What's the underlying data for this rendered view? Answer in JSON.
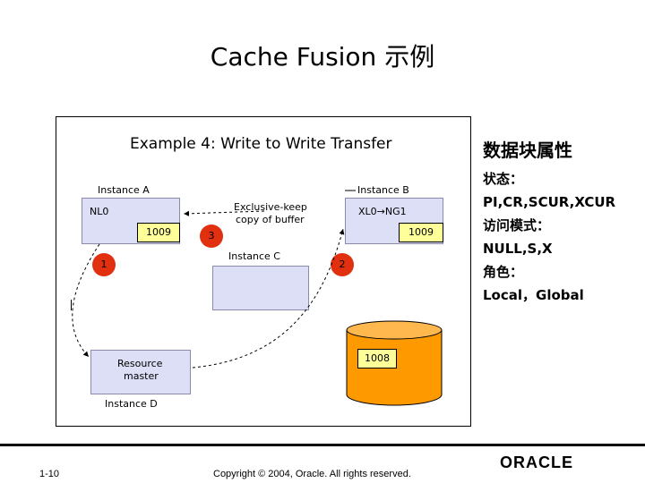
{
  "title": "Cache Fusion 示例",
  "figure": {
    "title": "Example 4: Write to Write Transfer",
    "instance_a": {
      "label": "Instance A",
      "mode": "NL0",
      "block": "1009"
    },
    "instance_b": {
      "label": "Instance B",
      "mode": "XL0→NG1",
      "block": "1009"
    },
    "instance_c": {
      "label": "Instance C"
    },
    "instance_d": {
      "label": "Instance D",
      "master_line1": "Resource",
      "master_line2": "master"
    },
    "disk_block": "1008",
    "note_line1": "Exclusive-keep",
    "note_line2": "copy of buffer",
    "steps": [
      "1",
      "2",
      "3"
    ]
  },
  "side": {
    "heading": "数据块属性",
    "lines": [
      "状态：",
      "PI,CR,SCUR,XCUR",
      "访问模式：",
      "NULL,S,X",
      "角色：",
      "Local，Global"
    ]
  },
  "footer": {
    "page": "1-10",
    "copyright": "Copyright © 2004, Oracle.  All rights reserved.",
    "logo": "ORACLE"
  }
}
